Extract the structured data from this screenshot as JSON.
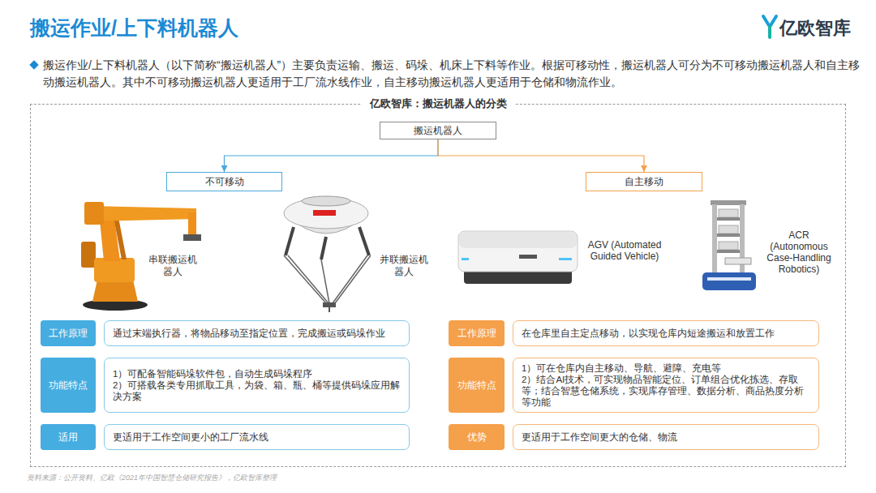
{
  "diagram": {
    "title": "搬运作业/上下料机器人",
    "nodes": [
      {
        "text": [
          "亿欧智库：搬运机器人的分类"
        ]
      },
      {
        "text": [
          "搬运机器人"
        ],
        "in": 0
      },
      {
        "text": [
          "不可移动"
        ],
        "in": 0
      },
      {
        "text": [
          "自主移动"
        ],
        "in": 0
      },
      {
        "text": [
          "工作原理"
        ],
        "in": 0
      },
      {
        "text": [
          "通过末端执行器，将物品移动至指定位置，完成搬运或码垛作业"
        ],
        "in": 0
      },
      {
        "text": [
          "工作原理"
        ],
        "in": 0
      },
      {
        "text": [
          "在仓库里自主定点移动，以实现仓库内短途搬运和放置工作"
        ],
        "in": 0
      },
      {
        "text": [
          "功能特点"
        ],
        "in": 0
      },
      {
        "text": [
          "1）可配备智能码垛软件包，自动生成码垛程序",
          "2）可搭载各类专用抓取工具，为袋、箱、瓶、桶等提供码垛应用解决方案"
        ],
        "in": 0
      },
      {
        "text": [
          "功能特点"
        ],
        "in": 0
      },
      {
        "text": [
          "1）可在仓库内自主移动、导航、避障、充电等",
          "2）结合AI技术，可实现物品智能定位、订单组合优化拣选、存取等；结合智慧仓储系统，实现库存管理、数据分析、商品热度分析等功能"
        ],
        "in": 0
      },
      {
        "text": [
          "适用"
        ],
        "in": 0
      },
      {
        "text": [
          "更适用于工作空间更小的工厂流水线"
        ],
        "in": 0
      },
      {
        "text": [
          "优势"
        ],
        "in": 0
      },
      {
        "text": [
          "更适用于工作空间更大的仓储、物流"
        ],
        "in": 0
      }
    ],
    "edges": [
      {
        "from": 1,
        "to": 2,
        "arrow": "to"
      },
      {
        "from": 1,
        "to": 3,
        "arrow": "to"
      }
    ],
    "labels": [
      "亿欧智库",
      "搬运作业/上下料机器人（以下简称“搬运机器人”）主要负责运输、搬运、码垛、机床上下料等作业。根据可移动性，搬运机器人可分为不可移动搬运机器人和自主移动搬运机器人。其中不可移动搬运机器人更适用于工厂流水线作业，自主移动搬运机器人更适用于仓储和物流作业。",
      "串联搬运机器人",
      "并联搬运机器人",
      "AGV (Automated Guided Vehicle)",
      "ACR (Autonomous Case-Handling Robotics)",
      "资料来源：公开资料、亿欧《2021年中国智慧仓储研究报告》，亿欧智库整理"
    ]
  }
}
